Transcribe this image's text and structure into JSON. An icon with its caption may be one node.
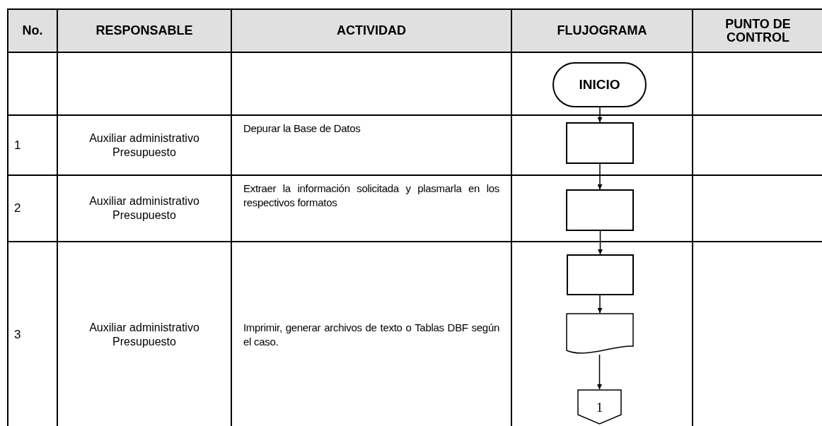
{
  "diagram": {
    "nodes": [
      {
        "text": [
          "INICIO"
        ]
      },
      {
        "text": [],
        "shape": "box"
      },
      {
        "text": [],
        "shape": "box"
      },
      {
        "text": [],
        "shape": "box"
      },
      {
        "text": [],
        "shape": "document"
      },
      {
        "text": [
          "1"
        ]
      }
    ],
    "edges": [
      {
        "from": 0,
        "to": 1,
        "arrow": "to"
      },
      {
        "from": 1,
        "to": 2,
        "arrow": "to"
      },
      {
        "from": 2,
        "to": 3,
        "arrow": "to"
      },
      {
        "from": 3,
        "to": 4,
        "arrow": "to"
      },
      {
        "from": 4,
        "to": 5,
        "arrow": "to"
      }
    ],
    "labels": [
      "No.",
      "RESPONSABLE",
      "ACTIVIDAD",
      "FLUJOGRAMA",
      "PUNTO DE CONTROL",
      "1",
      "Auxiliar administrativo Presupuesto",
      "Depurar la Base de Datos",
      "2",
      "Auxiliar administrativo Presupuesto",
      "Extraer la información solicitada y plasmarla en los respectivos formatos",
      "3",
      "Auxiliar administrativo Presupuesto",
      "Imprimir, generar archivos de texto o Tablas DBF según el caso."
    ]
  }
}
